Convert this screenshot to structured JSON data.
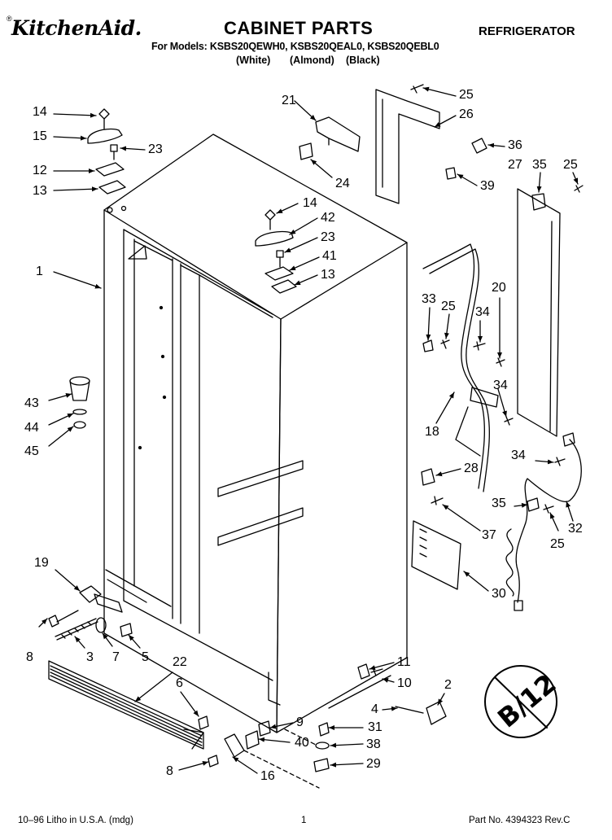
{
  "header": {
    "brand": "KitchenAid.",
    "brand_mark": "®",
    "title": "CABINET PARTS",
    "appliance": "REFRIGERATOR",
    "models_line": "For Models: KSBS20QEWH0, KSBS20QEAL0, KSBS20QEBL0",
    "colors": [
      "(White)",
      "(Almond)",
      "(Black)"
    ]
  },
  "callouts": {
    "c14a": "14",
    "c15": "15",
    "c23a": "23",
    "c12": "12",
    "c13a": "13",
    "c21": "21",
    "c24": "24",
    "c25a": "25",
    "c26": "26",
    "c36": "36",
    "c39": "39",
    "c27": "27",
    "c35a": "35",
    "c25b": "25",
    "c1": "1",
    "c14b": "14",
    "c42": "42",
    "c23b": "23",
    "c41": "41",
    "c13b": "13",
    "c33": "33",
    "c25c": "25",
    "c34a": "34",
    "c20": "20",
    "c34b": "34",
    "c43": "43",
    "c44": "44",
    "c45": "45",
    "c18": "18",
    "c34c": "34",
    "c28": "28",
    "c35b": "35",
    "c32": "32",
    "c25d": "25",
    "c37": "37",
    "c19": "19",
    "c30": "30",
    "c8a": "8",
    "c3": "3",
    "c7": "7",
    "c5": "5",
    "c22": "22",
    "c6": "6",
    "c11": "11",
    "c10": "10",
    "c2": "2",
    "c4": "4",
    "c9": "9",
    "c31": "31",
    "c40": "40",
    "c38": "38",
    "c29": "29",
    "c8b": "8",
    "c16": "16"
  },
  "stamp": {
    "text": "B/12"
  },
  "footer": {
    "litho": "10–96 Litho in U.S.A. (mdg)",
    "page_number": "1",
    "part_no": "Part No. 4394323 Rev.C"
  }
}
